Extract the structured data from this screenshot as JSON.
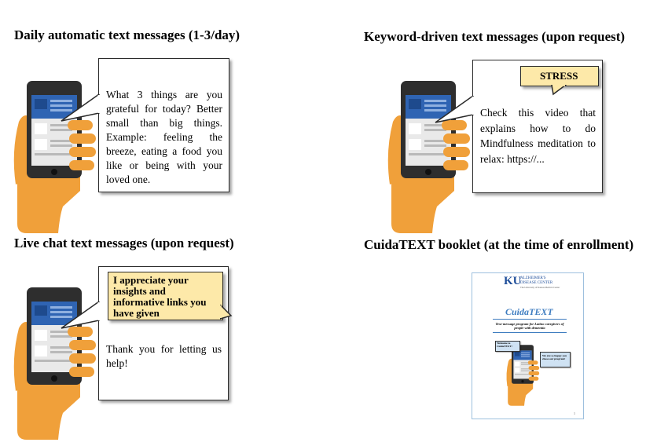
{
  "panels": [
    {
      "heading": "Daily automatic text messages (1-3/day)",
      "message": "What 3 things are you grateful for today? Better small than big things. Example: feeling the breeze, eating a food you like or being with your loved one."
    },
    {
      "heading": "Keyword-driven text messages (upon request)",
      "keyword": "STRESS",
      "message": "Check this video that explains how to do Mindfulness meditation to relax: https://..."
    },
    {
      "heading": "Live chat text messages (upon request)",
      "user_message": "I appreciate your insights and informative links you have given",
      "reply": "Thank you for letting us help!"
    },
    {
      "heading": "CuidaTEXT booklet (at the time of enrollment)",
      "booklet": {
        "logo": "KU",
        "center_name": "ALZHEIMER'S DISEASE CENTER",
        "center_sub": "The University of Kansas Medical Center",
        "title": "CuidaTEXT",
        "subtitle": "Text-message program for Latino caregivers of people with dementia",
        "bubble_left": "Welcome to CuidaTEXT!",
        "bubble_right": "We are so happy you chose our program!",
        "page_number": "1"
      }
    }
  ],
  "colors": {
    "hand": "#f0a03a",
    "phone_body": "#2e2e2e",
    "screen_bg": "#e9e9e9",
    "screen_blue": "#2f64b3",
    "tag_fill": "#fde9a9",
    "booklet_title": "#3f7dc0"
  }
}
